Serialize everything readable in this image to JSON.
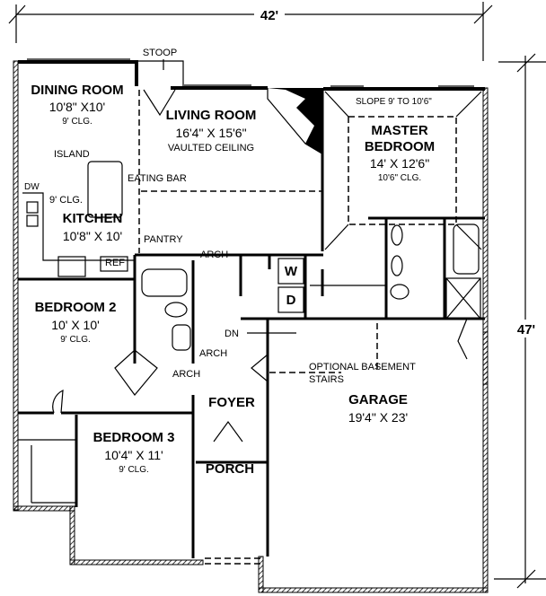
{
  "dimensions": {
    "width": "42'",
    "depth": "47'"
  },
  "labels": {
    "stoop": "STOOP",
    "island": "ISLAND",
    "eating_bar": "EATING BAR",
    "kitchen_ceiling": "9' CLG.",
    "dw": "DW",
    "ref": "REF",
    "pantry": "PANTRY",
    "arch_1": "ARCH",
    "arch_2": "ARCH",
    "arch_3": "ARCH",
    "washer": "W",
    "dryer": "D",
    "dn": "DN",
    "basement_line1": "OPTIONAL BASEMENT",
    "basement_line2": "STAIRS",
    "slope": "SLOPE 9' TO 10'6\""
  },
  "rooms": {
    "dining": {
      "name": "DINING ROOM",
      "size": "10'8\" X10'",
      "ceiling": "9' CLG."
    },
    "living": {
      "name": "LIVING ROOM",
      "size": "16'4\" X 15'6\"",
      "ceiling": "VAULTED CEILING"
    },
    "master": {
      "name_line1": "MASTER",
      "name_line2": "BEDROOM",
      "size": "14' X 12'6\"",
      "ceiling": "10'6\" CLG."
    },
    "kitchen": {
      "name": "KITCHEN",
      "size": "10'8\" X 10'"
    },
    "bedroom2": {
      "name": "BEDROOM 2",
      "size": "10' X 10'",
      "ceiling": "9' CLG."
    },
    "bedroom3": {
      "name": "BEDROOM 3",
      "size": "10'4\" X 11'",
      "ceiling": "9' CLG."
    },
    "foyer": {
      "name": "FOYER"
    },
    "porch": {
      "name": "PORCH"
    },
    "garage": {
      "name": "GARAGE",
      "size": "19'4\" X 23'"
    }
  }
}
